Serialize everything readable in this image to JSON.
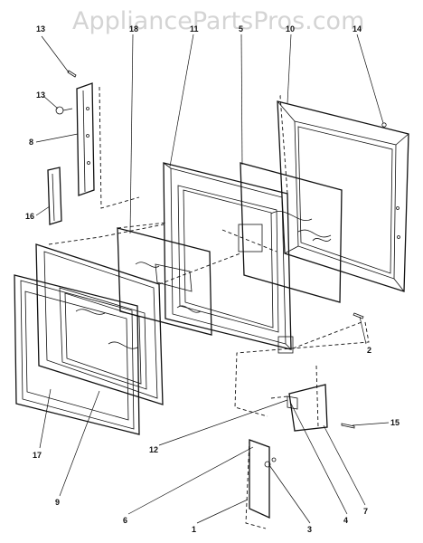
{
  "watermark": "AppliancePartsPros.com",
  "callouts": {
    "c13a": "13",
    "c13b": "13",
    "c8": "8",
    "c16": "16",
    "c18": "18",
    "c11": "11",
    "c5": "5",
    "c10": "10",
    "c14": "14",
    "c2": "2",
    "c15": "15",
    "c12": "12",
    "c17": "17",
    "c9": "9",
    "c6": "6",
    "c1": "1",
    "c3": "3",
    "c4": "4",
    "c7": "7"
  },
  "icons": [
    "screw-icon",
    "wavy-break-symbol"
  ]
}
